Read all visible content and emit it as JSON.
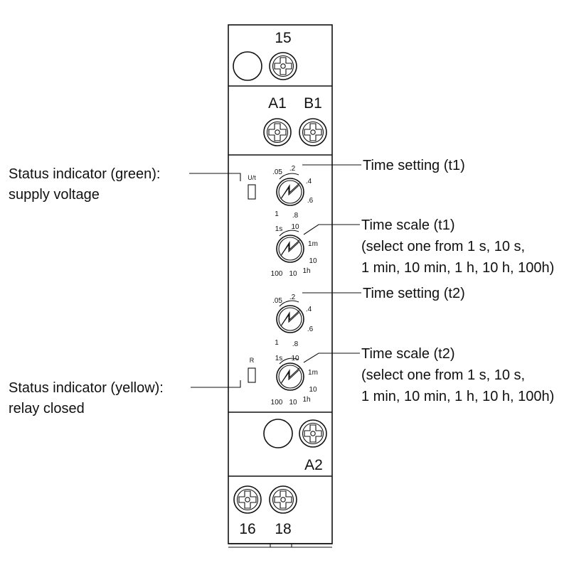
{
  "terminals": {
    "t15": "15",
    "a1": "A1",
    "b1": "B1",
    "a2": "A2",
    "t16": "16",
    "t18": "18"
  },
  "indicators": {
    "ut": "U/t",
    "r": "R"
  },
  "dials": {
    "setting_ticks": [
      ".05",
      ".2",
      ".4",
      ".6",
      ".8",
      "1"
    ],
    "scale_ticks": [
      "1s",
      "10",
      "1m",
      "10",
      "1h",
      "10",
      "100"
    ]
  },
  "callouts": {
    "status_green_line1": "Status indicator (green):",
    "status_green_line2": "supply voltage",
    "time_setting_t1": "Time setting (t1)",
    "time_scale_t1_line1": "Time scale (t1)",
    "time_scale_t1_line2": "(select one from 1 s, 10 s,",
    "time_scale_t1_line3": "1 min, 10 min, 1 h, 10 h, 100h)",
    "time_setting_t2": "Time setting (t2)",
    "time_scale_t2_line1": "Time scale (t2)",
    "time_scale_t2_line2": "(select one from 1 s, 10 s,",
    "time_scale_t2_line3": "1 min, 10 min, 1 h, 10 h, 100h)",
    "status_yellow_line1": "Status indicator (yellow):",
    "status_yellow_line2": "relay closed"
  }
}
